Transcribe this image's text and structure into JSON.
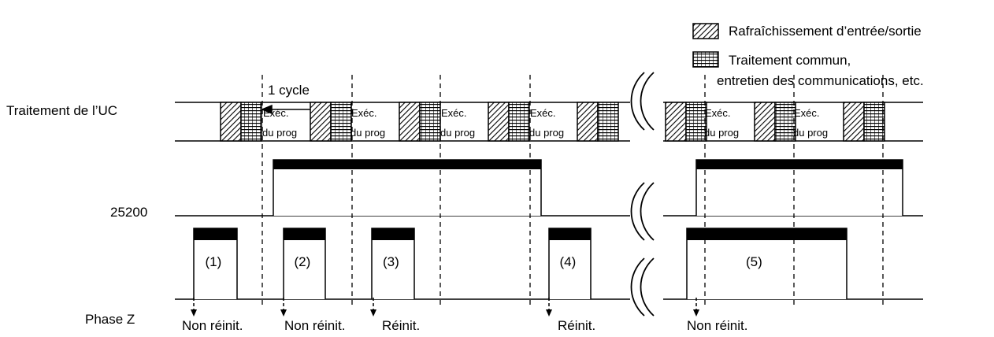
{
  "legend": {
    "io_refresh": "Rafraîchissement d’entrée/sortie",
    "common_line1": "Traitement commun,",
    "common_line2": "entretien des communications, etc."
  },
  "cycle_label": "1 cycle",
  "rows": {
    "cpu": "Traitement de l’UC",
    "counter": "25200",
    "phase": "Phase Z"
  },
  "exec_line1": "Exéc.",
  "exec_line2": "du prog",
  "pulses": [
    "(1)",
    "(2)",
    "(3)",
    "(4)",
    "(5)"
  ],
  "reset_labels": [
    "Non réinit.",
    "Non réinit.",
    "Réinit.",
    "Réinit.",
    "Non réinit."
  ]
}
